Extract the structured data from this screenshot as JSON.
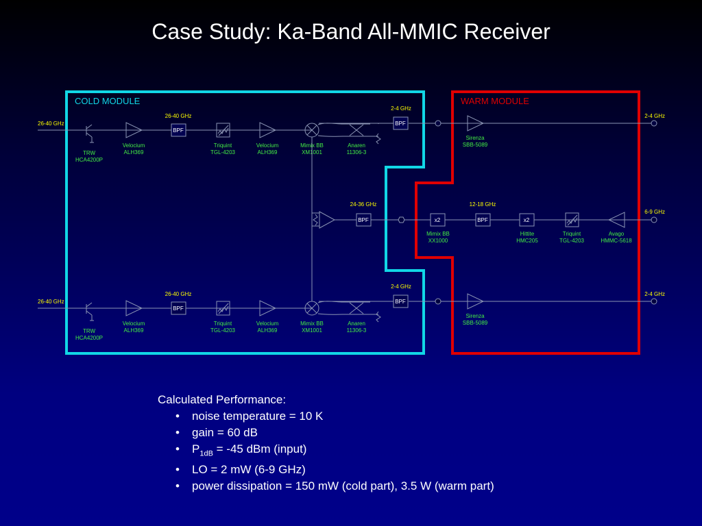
{
  "title": "Case Study: Ka-Band All-MMIC Receiver",
  "colors": {
    "cold_module": "#11d7e6",
    "warm_module": "#e00000",
    "frequency_text": "#ffff00",
    "component_text": "#44ee44",
    "wire": "#8c96b4"
  },
  "modules": {
    "cold": {
      "label": "COLD MODULE"
    },
    "warm": {
      "label": "WARM MODULE"
    }
  },
  "top_chain": {
    "input_freq": "26-40 GHz",
    "rf_freq": "26-40 GHz",
    "if_freq": "2-4 GHz",
    "output_freq": "2-4 GHz",
    "lna_label": [
      "TRW",
      "HCA4200P"
    ],
    "amp1_label": [
      "Velocium",
      "ALH369"
    ],
    "bpf_label": "BPF",
    "atten_label": [
      "Triquint",
      "TGL-4203"
    ],
    "amp2_label": [
      "Velocium",
      "ALH369"
    ],
    "mixer_label": [
      "Mimix BB",
      "XM1001"
    ],
    "hybrid_label": [
      "Anaren",
      "11306-3"
    ],
    "if_bpf_label": "BPF",
    "if_amp_label": [
      "Sirenza",
      "SBB-5089"
    ]
  },
  "lo_chain": {
    "freq_24_36": "24-36 GHz",
    "freq_12_18": "12-18 GHz",
    "freq_6_9": "6-9 GHz",
    "bpf1_label": "BPF",
    "x2a_label": "x2",
    "x2a_part": [
      "Mimix BB",
      "XX1000"
    ],
    "bpf2_label": "BPF",
    "x2b_label": "x2",
    "x2b_part": [
      "Hittite",
      "HMC205"
    ],
    "atten_label": [
      "Triquint",
      "TGL-4203"
    ],
    "amp_label": [
      "Avago",
      "HMMC-5618"
    ]
  },
  "bottom_chain": {
    "input_freq": "26-40 GHz",
    "rf_freq": "26-40 GHz",
    "if_freq": "2-4 GHz",
    "output_freq": "2-4 GHz",
    "lna_label": [
      "TRW",
      "HCA4200P"
    ],
    "amp1_label": [
      "Velocium",
      "ALH369"
    ],
    "bpf_label": "BPF",
    "atten_label": [
      "Triquint",
      "TGL-4203"
    ],
    "amp2_label": [
      "Velocium",
      "ALH369"
    ],
    "mixer_label": [
      "Mimix BB",
      "XM1001"
    ],
    "hybrid_label": [
      "Anaren",
      "11306-3"
    ],
    "if_bpf_label": "BPF",
    "if_amp_label": [
      "Sirenza",
      "SBB-5089"
    ]
  },
  "performance": {
    "heading": "Calculated Performance:",
    "noise": "noise temperature = 10 K",
    "gain": "gain = 60 dB",
    "p1db_symbol": "P",
    "p1db_sub": "1dB",
    "p1db_value": " = -45 dBm (input)",
    "lo": "LO = 2 mW (6-9 GHz)",
    "power": "power dissipation = 150 mW (cold part), 3.5 W (warm part)"
  }
}
